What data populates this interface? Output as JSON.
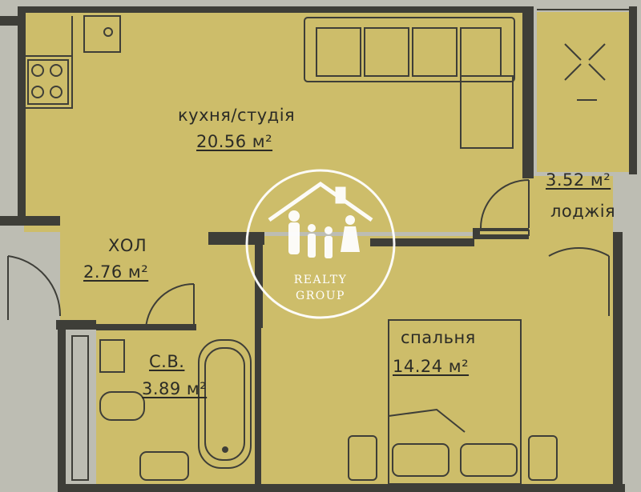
{
  "rooms": {
    "kitchen": {
      "name": "кухня/студія",
      "area": "20.56 м²"
    },
    "loggia": {
      "name": "лоджія",
      "area": "3.52 м²"
    },
    "hall": {
      "name": "ХОЛ",
      "area": "2.76 м²"
    },
    "bathroom": {
      "name": "С.В.",
      "area": "3.89 м²"
    },
    "bedroom": {
      "name": "спальня",
      "area": "14.24 м²"
    }
  },
  "watermark": {
    "line1": "REALTY",
    "line2": "GROUP"
  },
  "colors": {
    "floor": "#cdbd6a",
    "wall": "#3e3e38",
    "background": "#bdbdb3",
    "line": "#2b2b26",
    "watermark": "#ffffff"
  }
}
